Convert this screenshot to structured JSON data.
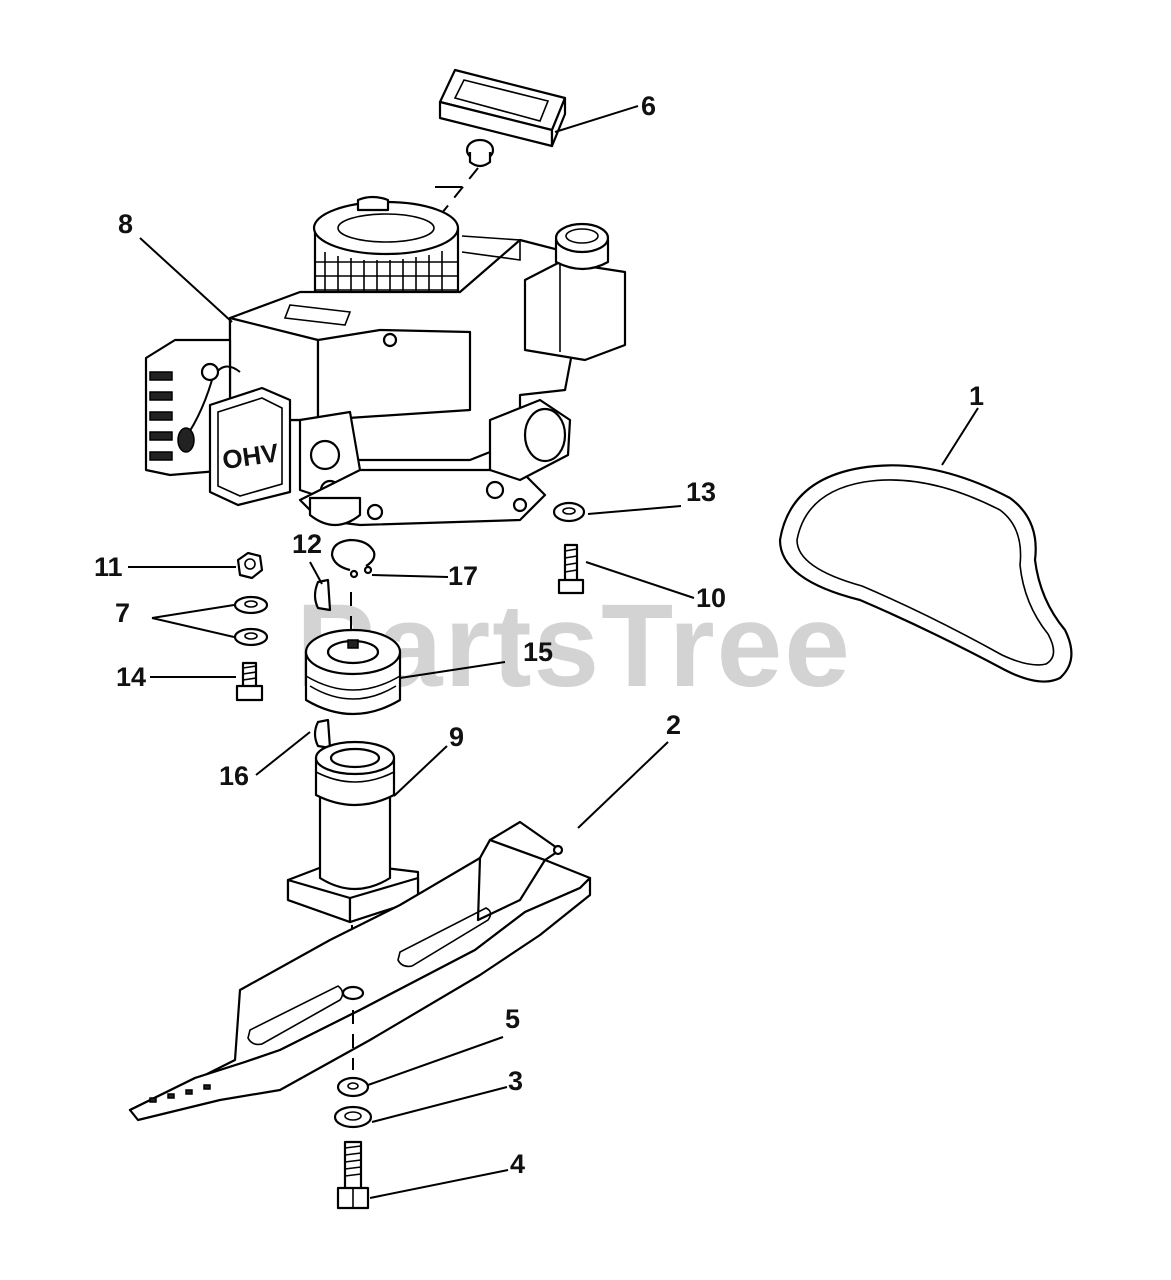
{
  "watermark": "PartsTree",
  "callouts": [
    {
      "id": "c1",
      "text": "1"
    },
    {
      "id": "c2",
      "text": "2"
    },
    {
      "id": "c3",
      "text": "3"
    },
    {
      "id": "c4",
      "text": "4"
    },
    {
      "id": "c5",
      "text": "5"
    },
    {
      "id": "c6",
      "text": "6"
    },
    {
      "id": "c7",
      "text": "7"
    },
    {
      "id": "c8",
      "text": "8"
    },
    {
      "id": "c9",
      "text": "9"
    },
    {
      "id": "c10",
      "text": "10"
    },
    {
      "id": "c11",
      "text": "11"
    },
    {
      "id": "c12",
      "text": "12"
    },
    {
      "id": "c13",
      "text": "13"
    },
    {
      "id": "c14",
      "text": "14"
    },
    {
      "id": "c15",
      "text": "15"
    },
    {
      "id": "c16",
      "text": "16"
    },
    {
      "id": "c17",
      "text": "17"
    }
  ],
  "engine_label": "OHV"
}
